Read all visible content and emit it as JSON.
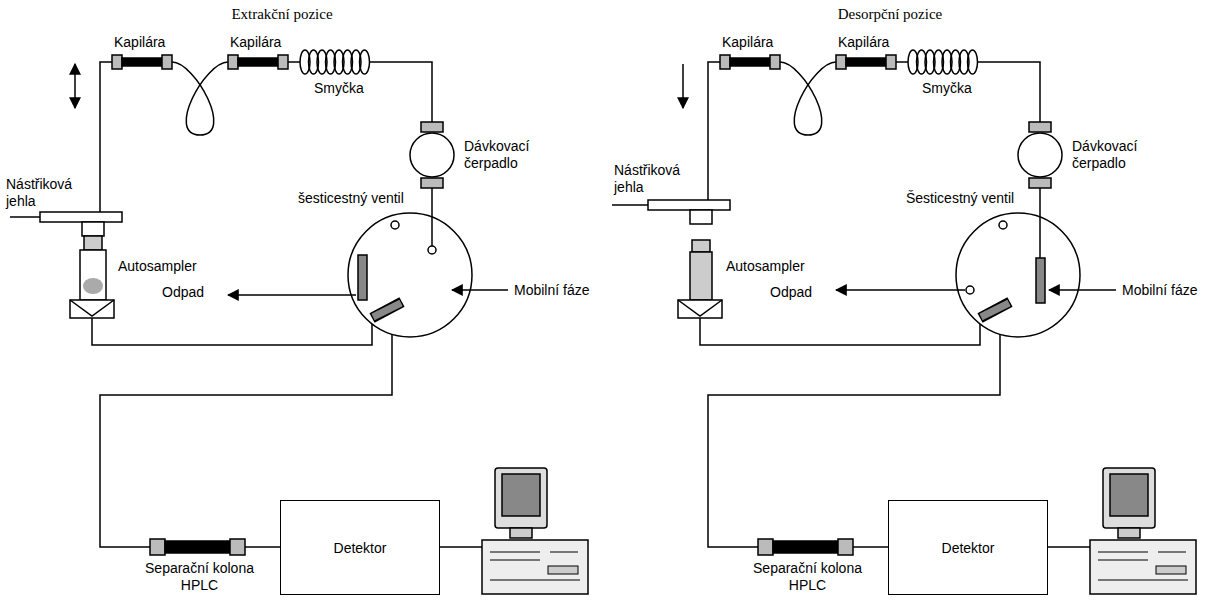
{
  "diagram": {
    "nodes": [
      {
        "text": [
          "Detektor"
        ]
      },
      {
        "text": [
          "Detektor"
        ]
      }
    ],
    "labels": [
      "Extrakční pozice",
      "Kapilára",
      "Kapilára",
      "Smyčka",
      "Nástřiková jehla",
      "Dávkovací čerpadlo",
      "šesticestný ventil",
      "Autosampler",
      "Odpad",
      "Mobilní fáze",
      "Separační kolona HPLC",
      "Desorpční pozice",
      "Kapilára",
      "Kapilára",
      "Smyčka",
      "Nástřiková jehla",
      "Dávkovací čerpadlo",
      "Šesticestný ventil",
      "Autosampler",
      "Odpad",
      "Mobilní fáze",
      "Separační kolona HPLC"
    ]
  }
}
